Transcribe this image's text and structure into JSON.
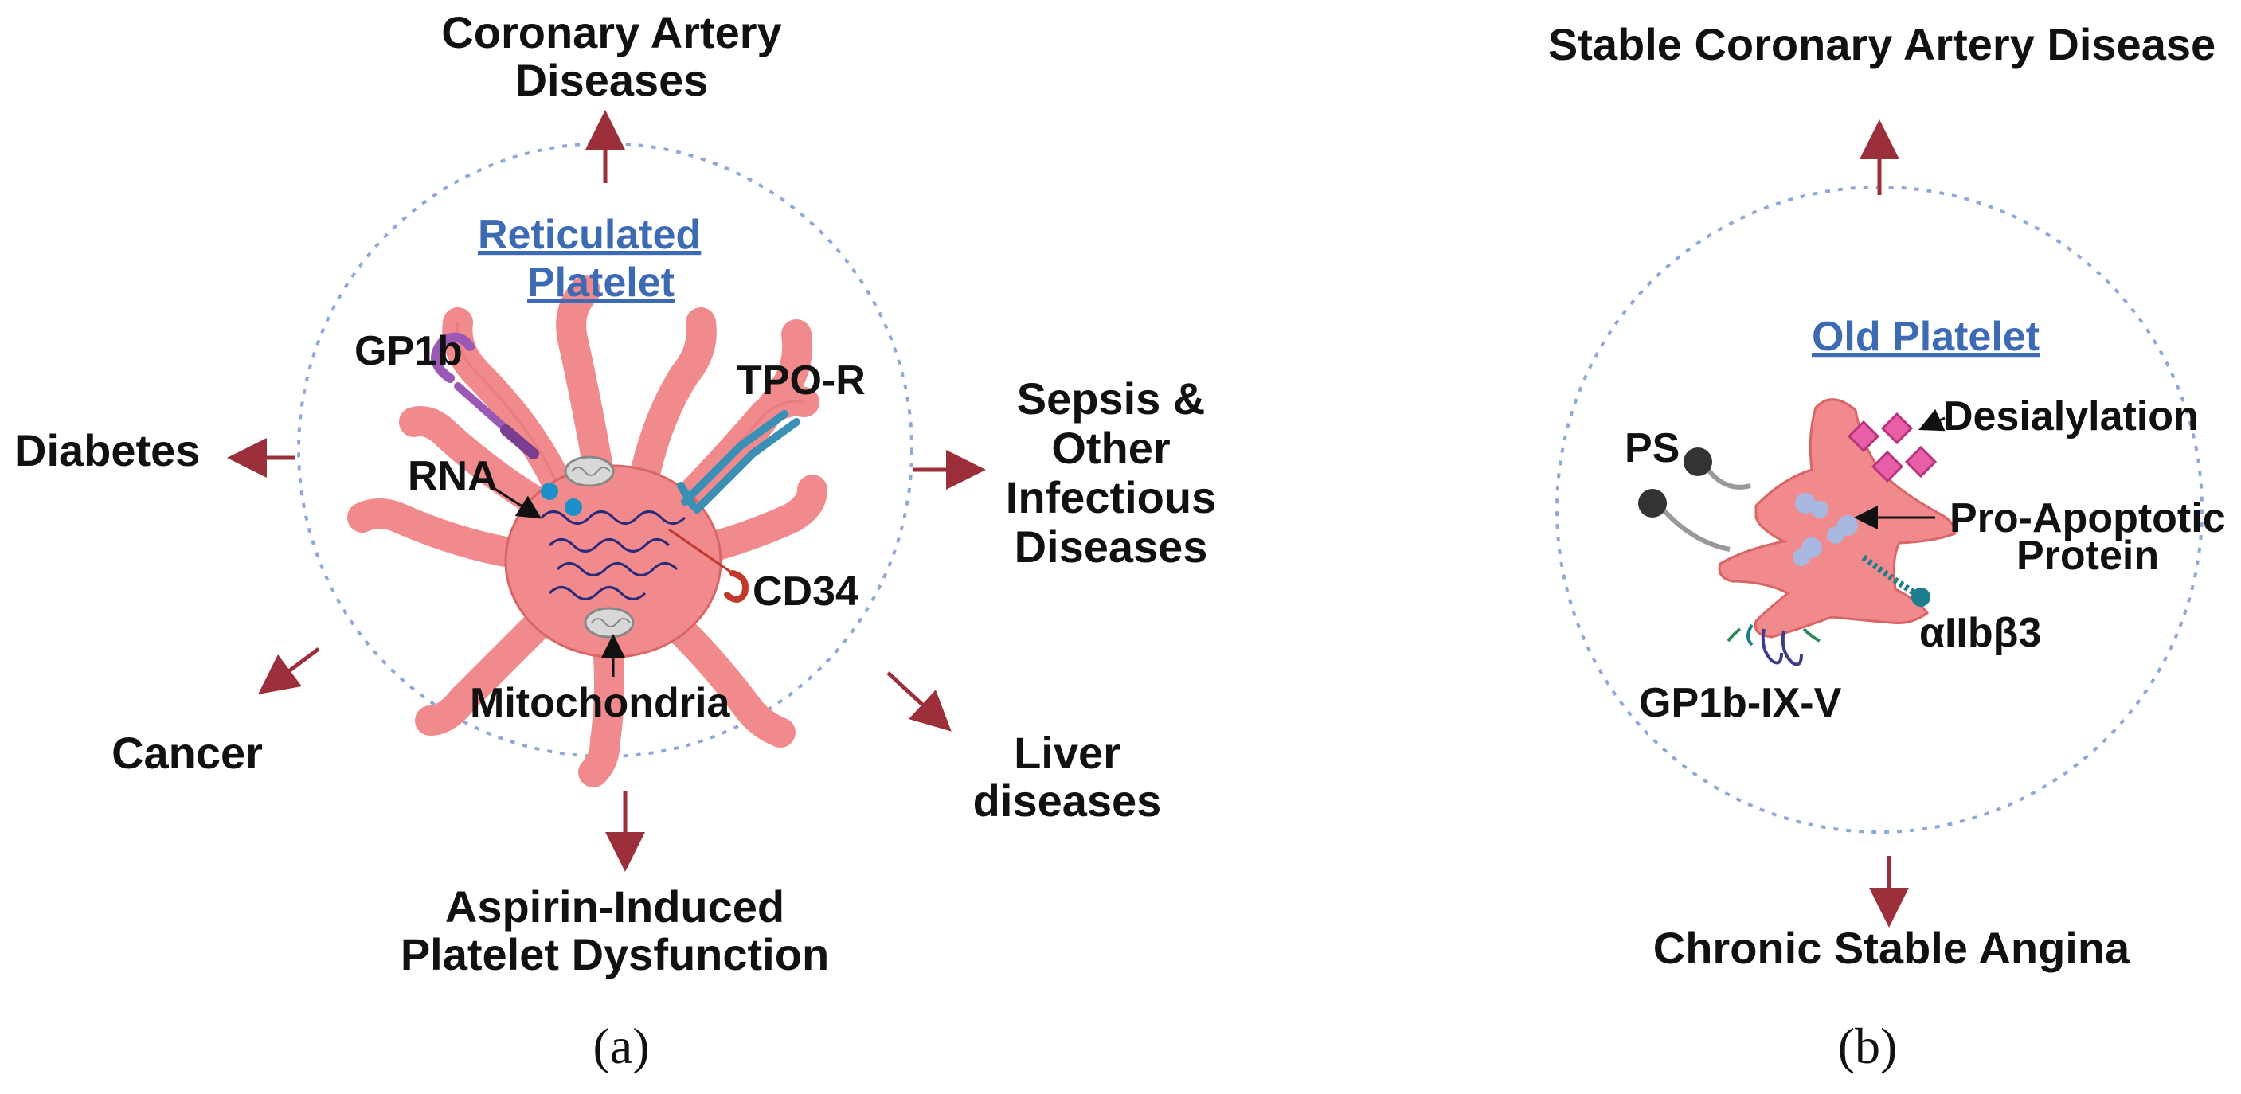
{
  "panel_a": {
    "title_line1": "Reticulated",
    "title_line2": "Platelet",
    "labels": {
      "gp1b": "GP1b",
      "rna": "RNA",
      "tpo_r": "TPO-R",
      "cd34": "CD34",
      "mitochondria": "Mitochondria"
    },
    "diseases": {
      "coronary_line1": "Coronary Artery",
      "coronary_line2": "Diseases",
      "diabetes": "Diabetes",
      "sepsis_line1": "Sepsis &",
      "sepsis_line2": "Other",
      "sepsis_line3": "Infectious",
      "sepsis_line4": "Diseases",
      "cancer": "Cancer",
      "liver_line1": "Liver",
      "liver_line2": "diseases",
      "aspirin_line1": "Aspirin-Induced",
      "aspirin_line2": "Platelet Dysfunction"
    },
    "caption": "(a)"
  },
  "panel_b": {
    "title": "Old Platelet",
    "labels": {
      "ps": "PS",
      "desialylation": "Desialylation",
      "pro_apoptotic_line1": "Pro-Apoptotic",
      "pro_apoptotic_line2": "Protein",
      "aiibb3": "αIIbβ3",
      "gp1b_ix_v": "GP1b-IX-V"
    },
    "diseases": {
      "stable_cad": "Stable Coronary Artery Disease",
      "chronic_angina": "Chronic Stable Angina"
    },
    "caption": "(b)"
  },
  "colors": {
    "arrow": "#9b2f3a",
    "circle": "#8fa8d8",
    "platelet_fill": "#f08a8c",
    "platelet_stroke": "#d96567",
    "title_blue": "#3d6bb3",
    "receptor_blue": "#3a8fb5",
    "gp1b_purple": "#9b59b6",
    "desialylation_pink": "#e85fa8",
    "integrin_teal": "#1e7d8c"
  }
}
